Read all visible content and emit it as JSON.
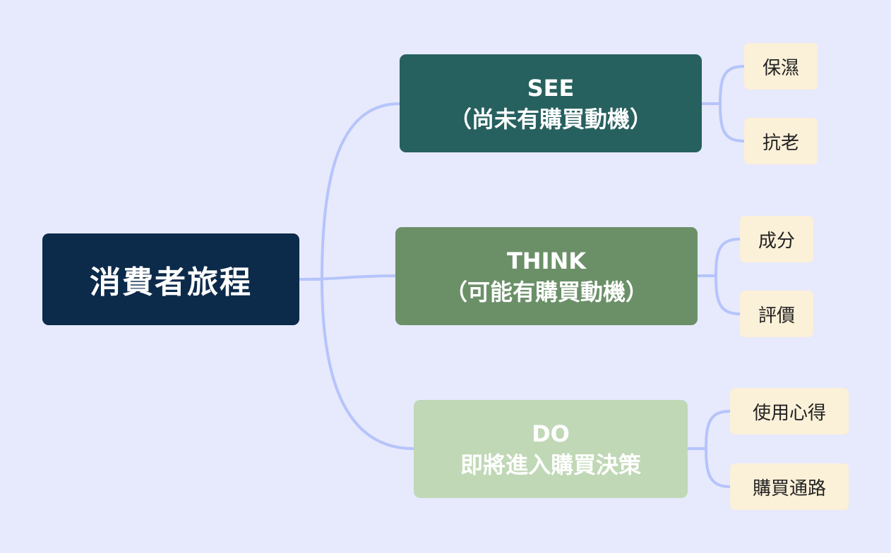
{
  "root": {
    "label": "消費者旅程"
  },
  "branches": [
    {
      "title": "SEE",
      "subtitle": "（尚未有購買動機）",
      "children": [
        "保濕",
        "抗老"
      ]
    },
    {
      "title": "THINK",
      "subtitle": "（可能有購買動機）",
      "children": [
        "成分",
        "評價"
      ]
    },
    {
      "title": "DO",
      "subtitle": "即將進入購買決策",
      "children": [
        "使用心得",
        "購買通路"
      ]
    }
  ],
  "colors": {
    "background": "#e7e9fc",
    "connector": "#b5c4fb",
    "root": "#0c2a4a",
    "see": "#27615f",
    "think": "#6b9068",
    "do": "#c0d8b6",
    "leaf": "#fbf0d8"
  }
}
